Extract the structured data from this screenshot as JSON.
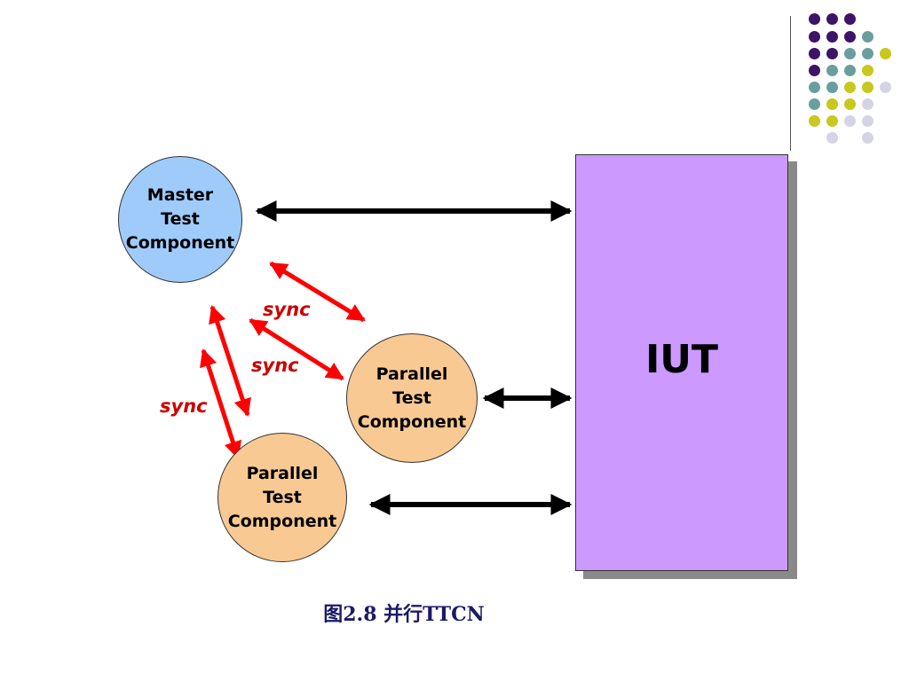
{
  "diagram": {
    "master": {
      "lines": [
        "Master",
        "Test",
        "Component"
      ]
    },
    "parallel_1": {
      "lines": [
        "Parallel",
        "Test",
        "Component"
      ]
    },
    "parallel_2": {
      "lines": [
        "Parallel",
        "Test",
        "Component"
      ]
    },
    "iut": {
      "label": "IUT"
    },
    "sync_labels": [
      "sync",
      "sync",
      "sync"
    ],
    "caption": "图2.8  并行TTCN"
  },
  "colors": {
    "master_fill": "#9fcbfb",
    "parallel_fill": "#f9c994",
    "iut_fill": "#cc99ff",
    "sync_arrow": "#ff0000",
    "sync_text": "#cc0000",
    "link_arrow": "#000000",
    "dots_dark": "#3d1466",
    "dots_teal": "#6a9e9e",
    "dots_lime": "#c8c81e",
    "dots_light": "#d4d4e6"
  }
}
